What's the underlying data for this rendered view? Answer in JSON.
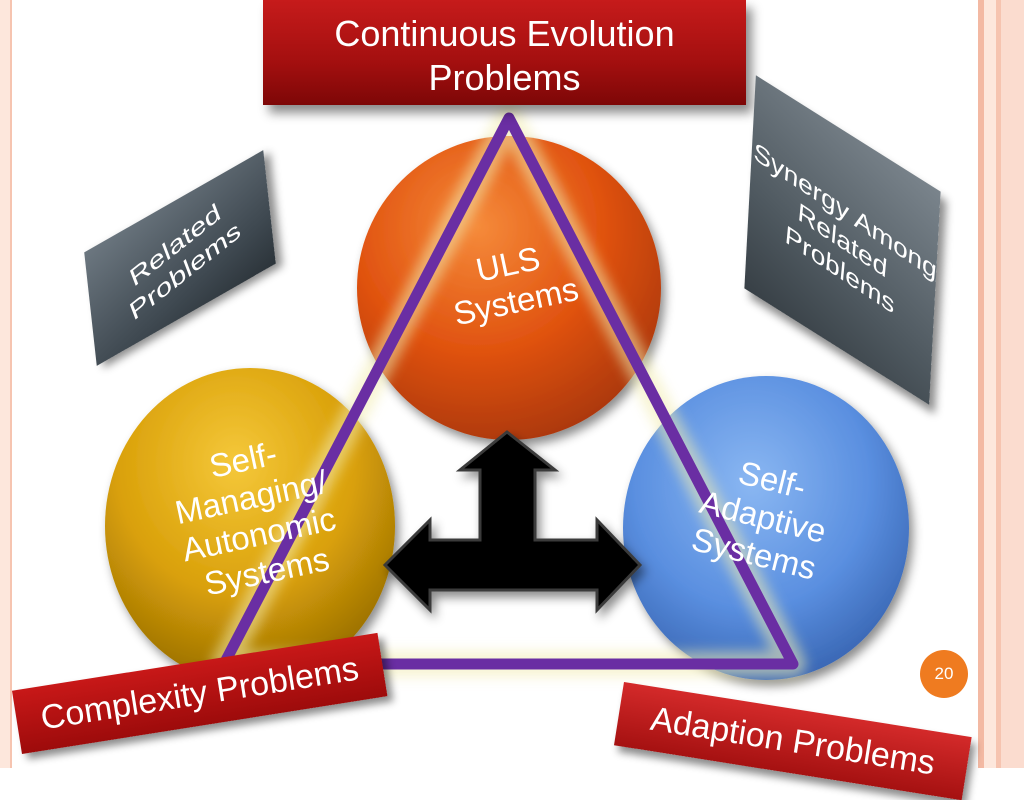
{
  "slide": {
    "page_number": "20"
  },
  "boxes": {
    "top": "Continuous Evolution Problems",
    "related": "Related Problems",
    "synergy": "Synergy Among Related Problems",
    "complexity": "Complexity Problems",
    "adaption": "Adaption Problems"
  },
  "circles": {
    "uls": "ULS Systems",
    "self_managing": "Self-Managing/ Autonomic Systems",
    "self_adaptive": "Self-Adaptive Systems"
  },
  "colors": {
    "triangle": "#6a2ea3",
    "uls_circle": "#e8591a",
    "self_managing_circle": "#e3ac0a",
    "self_adaptive_circle": "#5b8fe0",
    "red_box": "#b01212",
    "grey_box": "#4f5a62",
    "arrow": "#000000",
    "page_badge": "#ef7b20"
  }
}
